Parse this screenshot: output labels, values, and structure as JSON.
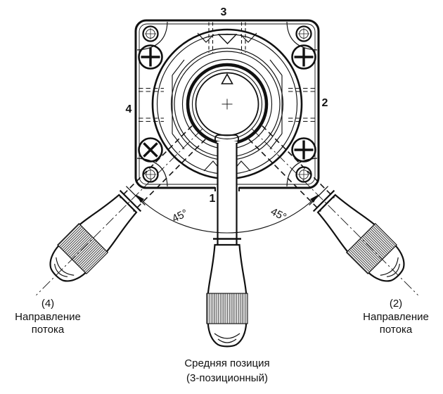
{
  "labels": {
    "port_top": "3",
    "port_right": "2",
    "port_left": "4",
    "port_bottom": "1",
    "angle_left": "45°",
    "angle_right": "45°",
    "flow_left": {
      "ref": "(4)",
      "line1": "Направление",
      "line2": "потока"
    },
    "flow_right": {
      "ref": "(2)",
      "line1": "Направление",
      "line2": "потока"
    },
    "caption": {
      "line1": "Средняя позиция",
      "line2": "(3-позиционный)"
    }
  },
  "colors": {
    "line": "#111111",
    "background": "#ffffff"
  }
}
